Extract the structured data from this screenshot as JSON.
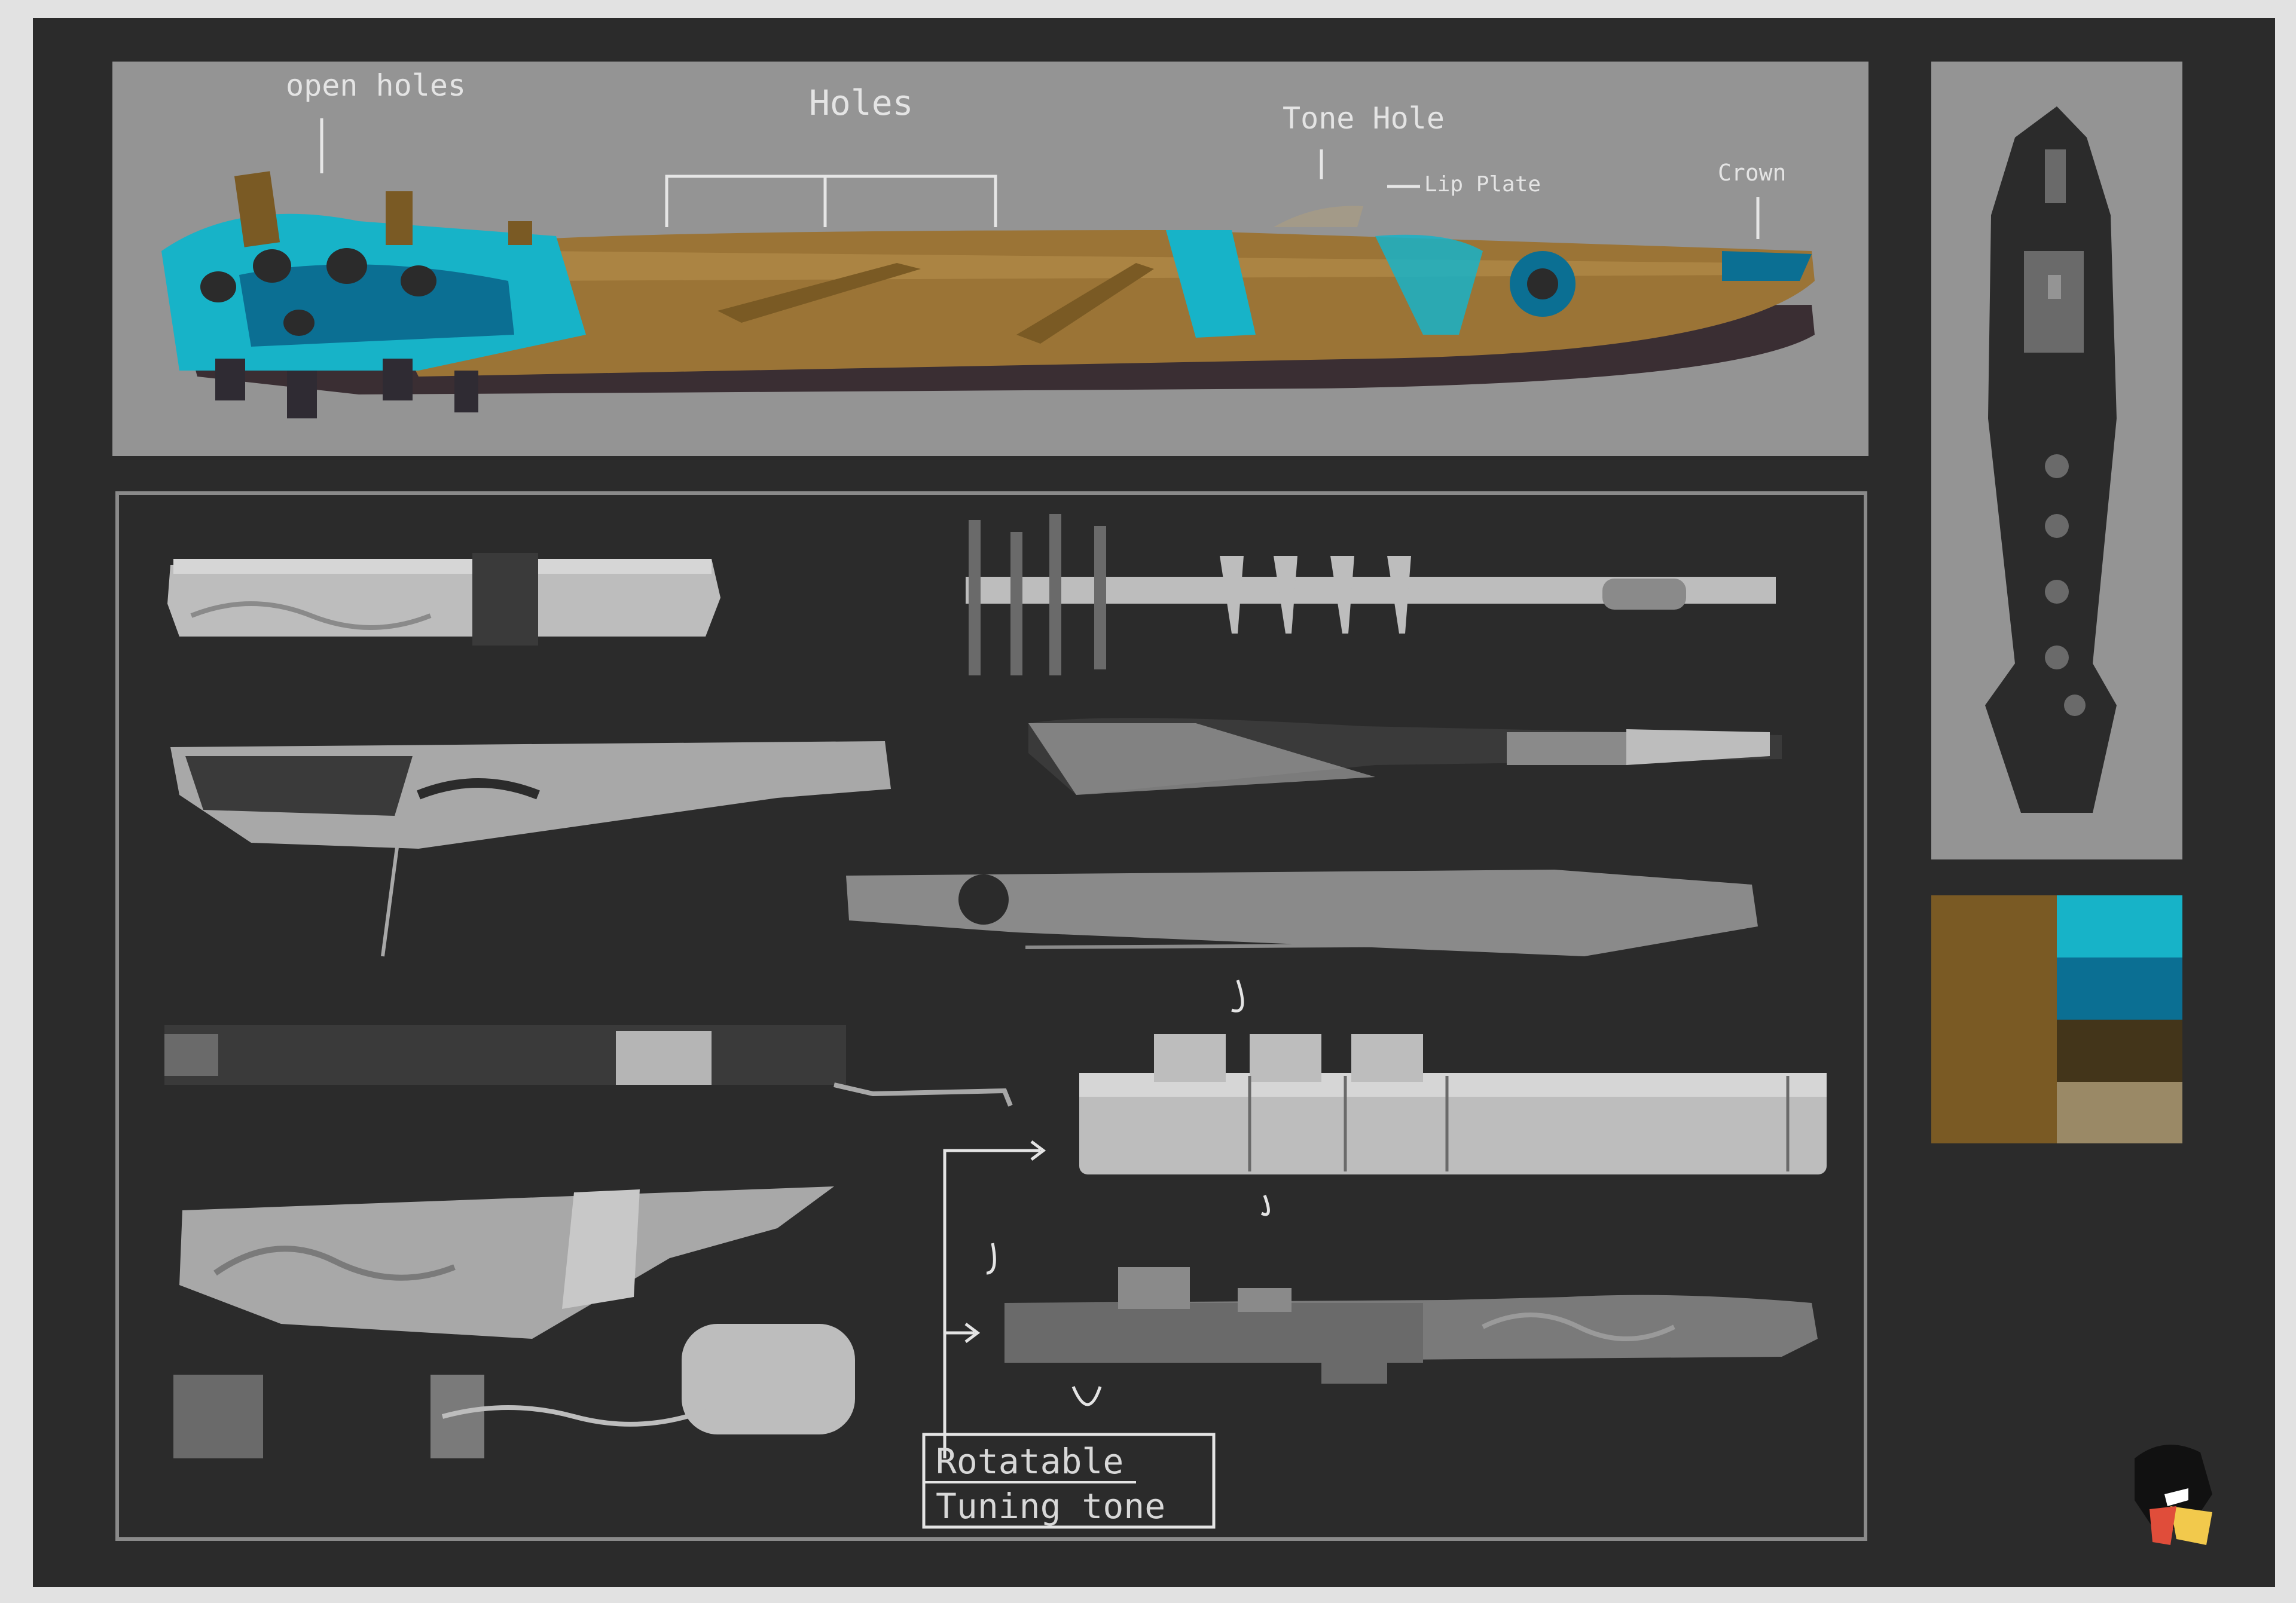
{
  "sheet": {
    "labels": {
      "open_holes": "open holes",
      "holes": "Holes",
      "tone_hole": "Tone Hole",
      "lip_plate": "Lip Plate",
      "crown": "Crown"
    },
    "rotatable_note": {
      "line1": "Rotatable",
      "line2": "Tuning tone"
    },
    "palette": {
      "left": "#7a5a24",
      "swatches": [
        "#17b3c8",
        "#0b6f93",
        "#43351a",
        "#9a8966"
      ]
    },
    "colors": {
      "frame": "#2b2b2b",
      "panel_grey": "#949494",
      "background": "#e2e2e2"
    }
  }
}
